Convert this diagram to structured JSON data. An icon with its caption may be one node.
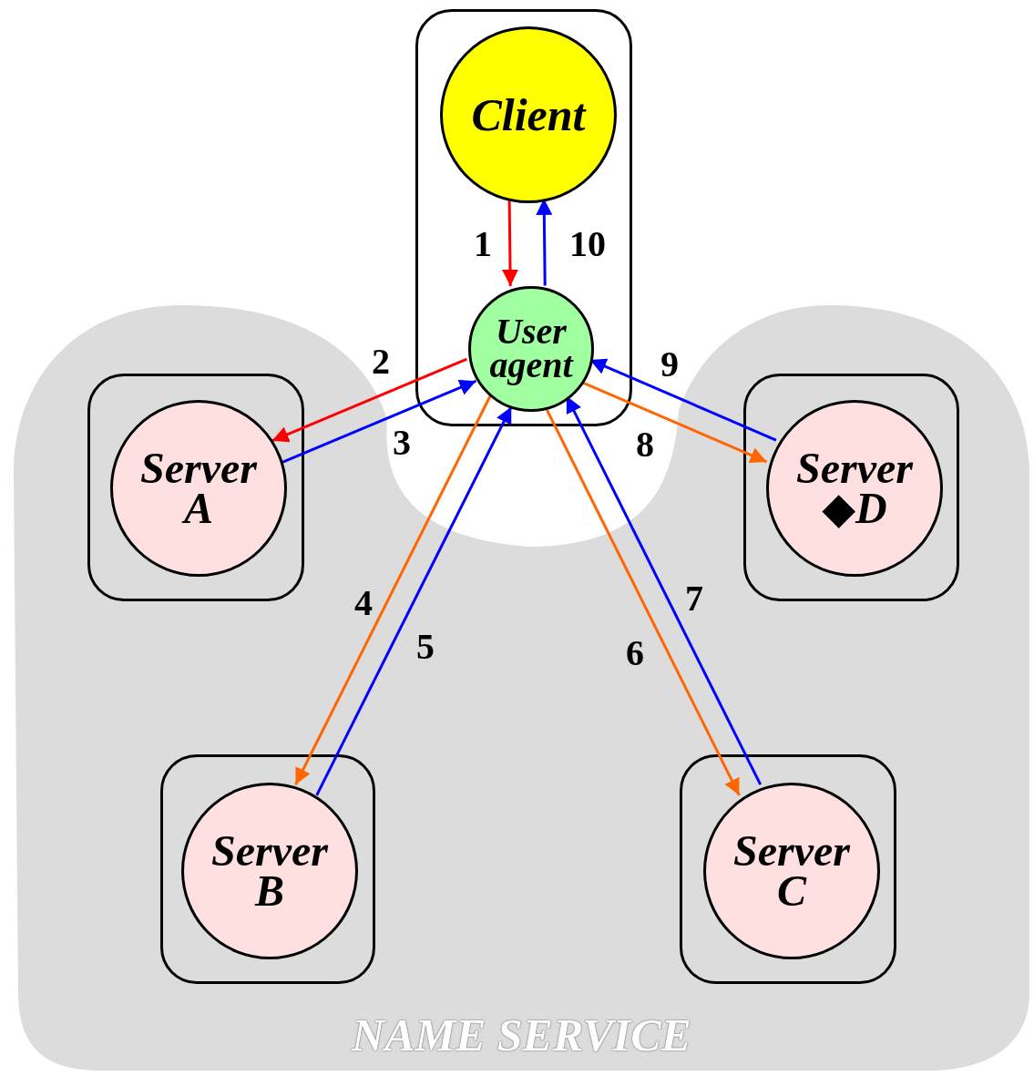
{
  "diagram": {
    "nodes": [
      {
        "text": [
          "NAME SERVICE"
        ]
      },
      {
        "text": [],
        "shape": "box"
      },
      {
        "text": [
          "Client"
        ],
        "in": 1
      },
      {
        "text": [
          "User agent"
        ],
        "in": 1
      },
      {
        "text": [],
        "shape": "box",
        "in": 0
      },
      {
        "text": [
          "Server A"
        ],
        "in": 4
      },
      {
        "text": [],
        "shape": "box",
        "in": 0
      },
      {
        "text": [
          "Server ◆D"
        ],
        "in": 6
      },
      {
        "text": [],
        "shape": "box",
        "in": 0
      },
      {
        "text": [
          "Server B"
        ],
        "in": 8
      },
      {
        "text": [],
        "shape": "box",
        "in": 0
      },
      {
        "text": [
          "Server C"
        ],
        "in": 10
      }
    ],
    "edges": [
      {
        "from": 2,
        "to": 3,
        "arrow": "to",
        "label": "1",
        "color": "#ff0000"
      },
      {
        "from": 3,
        "to": 5,
        "arrow": "to",
        "label": "2",
        "color": "#ff0000"
      },
      {
        "from": 5,
        "to": 3,
        "arrow": "to",
        "label": "3",
        "color": "#0000ff"
      },
      {
        "from": 3,
        "to": 9,
        "arrow": "to",
        "label": "4",
        "color": "#ff6600"
      },
      {
        "from": 9,
        "to": 3,
        "arrow": "to",
        "label": "5",
        "color": "#0000ff"
      },
      {
        "from": 3,
        "to": 11,
        "arrow": "to",
        "label": "6",
        "color": "#ff6600"
      },
      {
        "from": 11,
        "to": 3,
        "arrow": "to",
        "label": "7",
        "color": "#0000ff"
      },
      {
        "from": 3,
        "to": 7,
        "arrow": "to",
        "label": "8",
        "color": "#ff6600"
      },
      {
        "from": 7,
        "to": 3,
        "arrow": "to",
        "label": "9",
        "color": "#0000ff"
      },
      {
        "from": 3,
        "to": 2,
        "arrow": "to",
        "label": "10",
        "color": "#0000ff"
      }
    ]
  }
}
